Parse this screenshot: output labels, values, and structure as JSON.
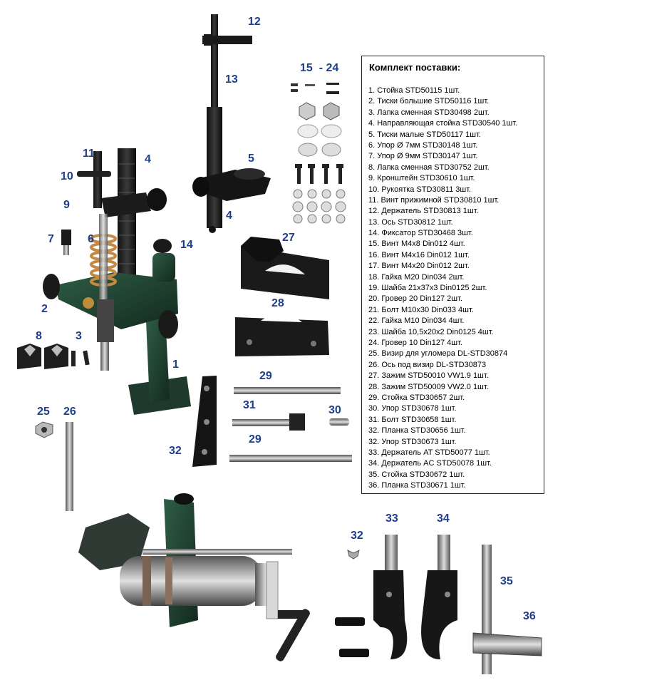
{
  "callouts": {
    "c1": "1",
    "c2": "2",
    "c3": "3",
    "c4a": "4",
    "c4b": "4",
    "c5": "5",
    "c6": "6",
    "c7": "7",
    "c8": "8",
    "c9": "9",
    "c10": "10",
    "c11": "11",
    "c12": "12",
    "c13": "13",
    "c14": "14",
    "c15_24": "15  - 24",
    "c25": "25",
    "c26": "26",
    "c27": "27",
    "c28": "28",
    "c29a": "29",
    "c29b": "29",
    "c30": "30",
    "c31": "31",
    "c32a": "32",
    "c32b": "32",
    "c33": "33",
    "c34": "34",
    "c35": "35",
    "c36": "36"
  },
  "parts_list": {
    "title": "Комплект  поставки:",
    "items": [
      "1. Стойка STD50115  1шт.",
      "2. Тиски большие STD50116  1шт.",
      "3. Лапка сменная STD30498  2шт.",
      "4. Направляющая стойка STD30540 1шт.",
      "5. Тиски малые STD50117  1шт.",
      "6. Упор Ø 7мм STD30148  1шт.",
      "7. Упор Ø 9мм STD30147  1шт.",
      "8. Лапка сменная STD30752  2шт.",
      "9. Кронштейн STD30610  1шт.",
      "10. Рукоятка STD30811  3шт.",
      "11. Винт прижимной STD30810  1шт.",
      "12. Держатель STD30813  1шт.",
      "13. Ось STD30812   1шт.",
      " 14. Фиксатор STD30468   3шт.",
      "15. Винт M4x8 Din012   4шт.",
      "16. Винт M4x16 Din012  1шт.",
      "17. Винт M4x20 Din012  2шт.",
      "18. Гайка M20 Din034  2шт.",
      "19. Шайба 21x37x3 Din0125  2шт.",
      "20. Гровер 20 Din127  2шт.",
      "21. Болт M10x30 Din033  4шт.",
      "22. Гайка M10 Din034  4шт.",
      "23. Шайба 10,5x20x2 Din0125  4шт.",
      "24. Гровер 10 Din127  4шт.",
      "25. Визир для угломера DL-STD30874",
      "26. Ось под визир DL-STD30873",
      "27. Зажим STD50010  VW1.9  1шт.",
      "28. Зажим STD50009  VW2.0  1шт.",
      "29. Стойка STD30657  2шт.",
      "30. Упор STD30678    1шт.",
      "31. Болт  STD30658   1шт.",
      "32. Планка STD30656  1шт.",
      "32. Упор STD30673    1шт.",
      "33. Держатель AT STD50077  1шт.",
      "34. Держатель AC STD50078  1шт.",
      "35. Стойка STD30672    1шт.",
      "36. Планка STD30671   1шт."
    ]
  }
}
